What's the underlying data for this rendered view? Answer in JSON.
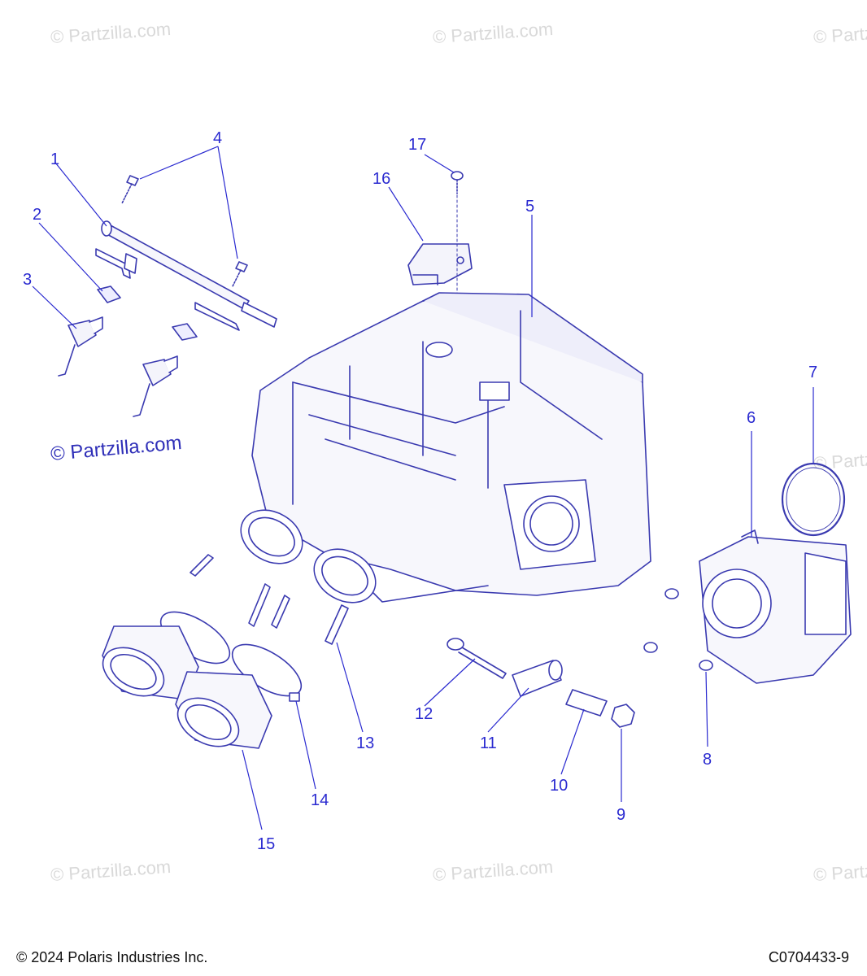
{
  "watermark": "© Partzilla.com",
  "watermark_main": "© Partzilla.com",
  "copyright": "© 2024 Polaris Industries Inc.",
  "diagram_code": "C0704433-9",
  "callouts": {
    "c1": "1",
    "c2": "2",
    "c3": "3",
    "c4": "4",
    "c5": "5",
    "c6": "6",
    "c7": "7",
    "c8": "8",
    "c9": "9",
    "c10": "10",
    "c11": "11",
    "c12": "12",
    "c13": "13",
    "c14": "14",
    "c15": "15",
    "c16": "16",
    "c17": "17"
  },
  "colors": {
    "line": "#2a2ad0",
    "outline": "#3a3ab0",
    "watermark": "#d9d9d9"
  }
}
